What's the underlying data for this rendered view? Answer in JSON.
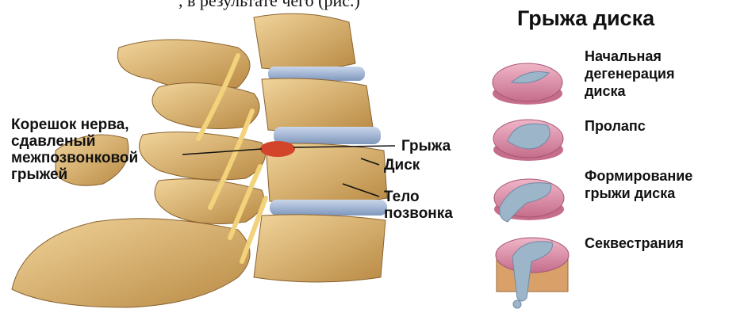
{
  "caption_fragment": ", в результате чего (рис.)",
  "title": "Грыжа диска",
  "spine_labels": {
    "nerve_root": "Корешок нерва,\nсдавленый\nмежпозвонковой\nгрыжей",
    "hernia": "Грыжа",
    "disc": "Диск",
    "vertebral_body": "Тело\nпозвонка"
  },
  "stages": [
    "Начальная\nдегенерация\nдиска",
    "Пролапс",
    "Формирование\nгрыжи диска",
    "Секвестрания"
  ],
  "colors": {
    "bone": "#e0b878",
    "bone_dark": "#b98a44",
    "disc_blue": "#8fa6c8",
    "nerve": "#f2d27a",
    "hernia_red": "#d2452a",
    "disc_pink": "#d98aa6",
    "nucleus": "#9cb5c9"
  }
}
